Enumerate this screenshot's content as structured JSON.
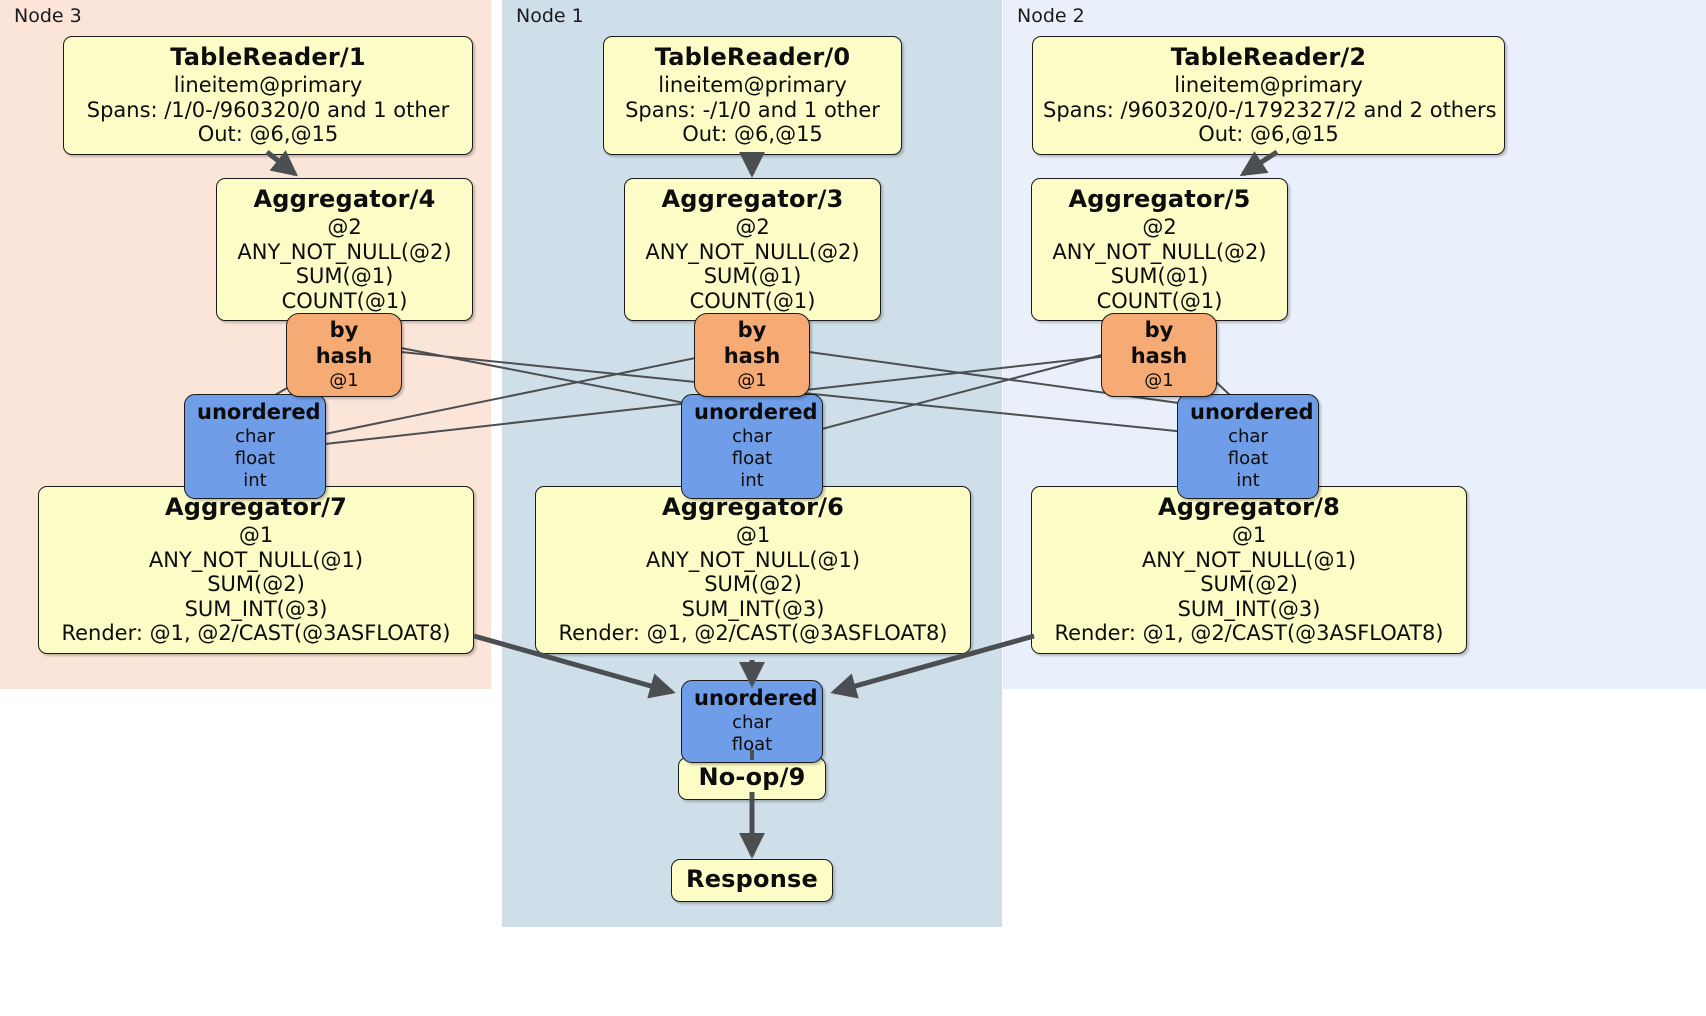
{
  "diagram": {
    "title": "Distributed SQL query plan",
    "colors": {
      "processor_fill": "#fbfcc6",
      "router_fill": "#f7ab74",
      "receiver_fill": "#6f9de8",
      "node3_panel": "#fbe4d8",
      "node1_panel": "#cfdfea",
      "node2_panel": "#eaf0fb",
      "edge": "#4b4f52"
    }
  },
  "panels": [
    {
      "id": "node3",
      "label": "Node 3"
    },
    {
      "id": "node1",
      "label": "Node 1"
    },
    {
      "id": "node2",
      "label": "Node 2"
    }
  ],
  "readers": {
    "n3": {
      "title": "TableReader/1",
      "table": "lineitem@primary",
      "spans": "Spans: /1/0-/960320/0 and 1 other",
      "out": "Out: @6,@15"
    },
    "n1": {
      "title": "TableReader/0",
      "table": "lineitem@primary",
      "spans": "Spans: -/1/0 and 1 other",
      "out": "Out: @6,@15"
    },
    "n2": {
      "title": "TableReader/2",
      "table": "lineitem@primary",
      "spans": "Spans: /960320/0-/1792327/2 and 2 others",
      "out": "Out: @6,@15"
    }
  },
  "agg_local": {
    "n3": {
      "title": "Aggregator/4",
      "group": "@2",
      "f1": "ANY_NOT_NULL(@2)",
      "f2": "SUM(@1)",
      "f3": "COUNT(@1)"
    },
    "n1": {
      "title": "Aggregator/3",
      "group": "@2",
      "f1": "ANY_NOT_NULL(@2)",
      "f2": "SUM(@1)",
      "f3": "COUNT(@1)"
    },
    "n2": {
      "title": "Aggregator/5",
      "group": "@2",
      "f1": "ANY_NOT_NULL(@2)",
      "f2": "SUM(@1)",
      "f3": "COUNT(@1)"
    }
  },
  "routers": {
    "n3": {
      "title": "by hash",
      "col": "@1"
    },
    "n1": {
      "title": "by hash",
      "col": "@1"
    },
    "n2": {
      "title": "by hash",
      "col": "@1"
    }
  },
  "receivers": {
    "n3": {
      "title": "unordered",
      "t1": "char",
      "t2": "float",
      "t3": "int"
    },
    "n1": {
      "title": "unordered",
      "t1": "char",
      "t2": "float",
      "t3": "int"
    },
    "n2": {
      "title": "unordered",
      "t1": "char",
      "t2": "float",
      "t3": "int"
    },
    "final": {
      "title": "unordered",
      "t1": "char",
      "t2": "float"
    }
  },
  "agg_final": {
    "n3": {
      "title": "Aggregator/7",
      "group": "@1",
      "f1": "ANY_NOT_NULL(@1)",
      "f2": "SUM(@2)",
      "f3": "SUM_INT(@3)",
      "render": "Render: @1, @2/CAST(@3ASFLOAT8)"
    },
    "n1": {
      "title": "Aggregator/6",
      "group": "@1",
      "f1": "ANY_NOT_NULL(@1)",
      "f2": "SUM(@2)",
      "f3": "SUM_INT(@3)",
      "render": "Render: @1, @2/CAST(@3ASFLOAT8)"
    },
    "n2": {
      "title": "Aggregator/8",
      "group": "@1",
      "f1": "ANY_NOT_NULL(@1)",
      "f2": "SUM(@2)",
      "f3": "SUM_INT(@3)",
      "render": "Render: @1, @2/CAST(@3ASFLOAT8)"
    }
  },
  "sink": {
    "noop": "No-op/9",
    "response": "Response"
  }
}
